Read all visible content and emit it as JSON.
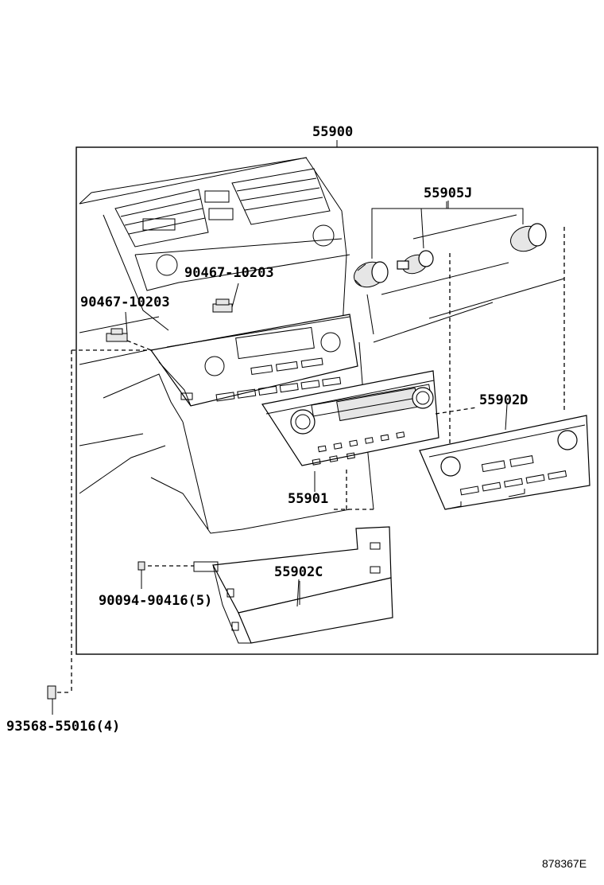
{
  "diagram": {
    "labels": {
      "assembly": "55900",
      "knob": "55905J",
      "clip_upper": "90467-10203",
      "clip_left": "90467-10203",
      "panel_rear": "55902D",
      "control_panel": "55901",
      "lower_panel": "55902C",
      "screw_inner": "90094-90416(5)",
      "screw_outer": "93568-55016(4)",
      "figure_id": "878367E"
    }
  }
}
